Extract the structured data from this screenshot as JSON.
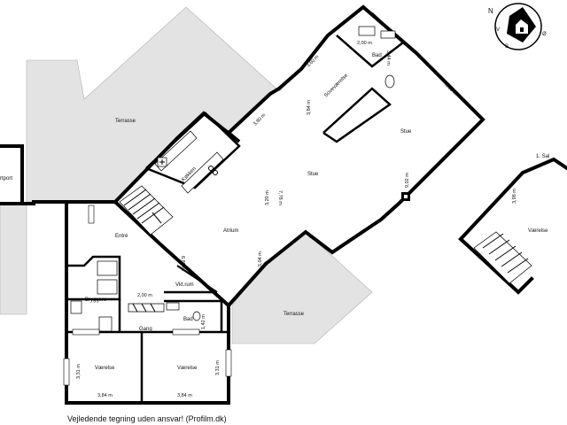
{
  "rooms": {
    "terrasse_top": "Terrasse",
    "terrasse_bottom": "Terrasse",
    "kokken": "Køkken",
    "atrium": "Atrium",
    "entre": "Entré",
    "stue_left": "Stue",
    "stue_right": "Stue",
    "sovevaerelse": "Soveværelse",
    "bad_top": "Bad",
    "bryggers": "Bryggers",
    "vkt_rum": "Vkt.rum",
    "bad_bottom": "Bad",
    "gang": "Gang",
    "vaerelse_left": "Værelse",
    "vaerelse_mid": "Værelse",
    "vaerelse_right": "Værelse",
    "carport_fragment": "rtport",
    "first_floor": "1. Sal"
  },
  "dimensions": {
    "d_200_top": "2,00 m",
    "d_344": "3,44 m",
    "d_360": "3,60 m",
    "d_384_sov": "3,84 m",
    "d_380": "3,80 m",
    "d_383": "3,83 m",
    "d_902": "9,02 m",
    "d_778": "7,78 m",
    "d_320": "3,20 m",
    "d_504": "5,04 m",
    "d_680": "6,80 m",
    "d_200_mid": "2,00 m",
    "d_142": "1,42 m",
    "d_331_left": "3,31 m",
    "d_331_right": "3,31 m",
    "d_384_left": "3,84 m",
    "d_384_right": "3,84 m",
    "d_398": "3,98 m"
  },
  "compass": {
    "north": "N",
    "east": "Ø",
    "south": "S",
    "west": "V"
  },
  "disclaimer": "Vejledende tegning uden ansvar! (Profilm.dk)"
}
